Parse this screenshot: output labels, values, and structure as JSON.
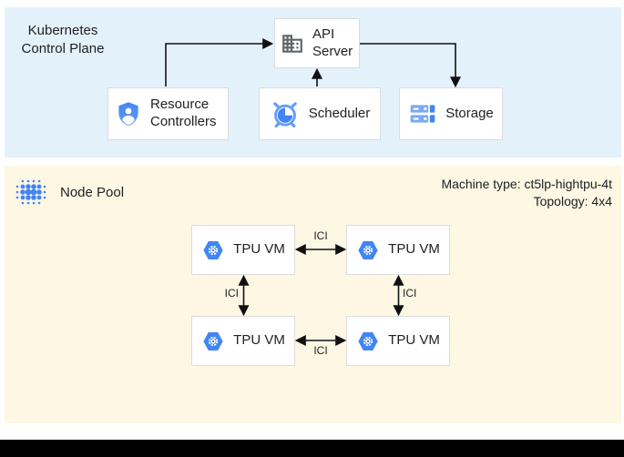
{
  "colors": {
    "control_plane_bg": "#E3F1FB",
    "node_pool_bg": "#FDF7E3",
    "box_border": "#DADCE0",
    "google_blue": "#4285F4",
    "light_blue": "#7BAAF7",
    "icon_gray": "#5F6368",
    "arrow": "#111111",
    "bottom_bar": "#000000"
  },
  "control_plane": {
    "title": "Kubernetes\nControl Plane",
    "nodes": {
      "api_server": {
        "label": "API Server",
        "icon": "building-icon"
      },
      "resource_controllers": {
        "label": "Resource Controllers",
        "icon": "shield-user-icon"
      },
      "scheduler": {
        "label": "Scheduler",
        "icon": "alarm-clock-icon"
      },
      "storage": {
        "label": "Storage",
        "icon": "server-stack-icon"
      }
    }
  },
  "node_pool": {
    "title": "Node Pool",
    "machine_type": "Machine type: ct5lp-hightpu-4t",
    "topology": "Topology: 4x4",
    "vms": [
      {
        "label": "TPU VM"
      },
      {
        "label": "TPU VM"
      },
      {
        "label": "TPU VM"
      },
      {
        "label": "TPU VM"
      }
    ],
    "link_label": "ICI"
  }
}
